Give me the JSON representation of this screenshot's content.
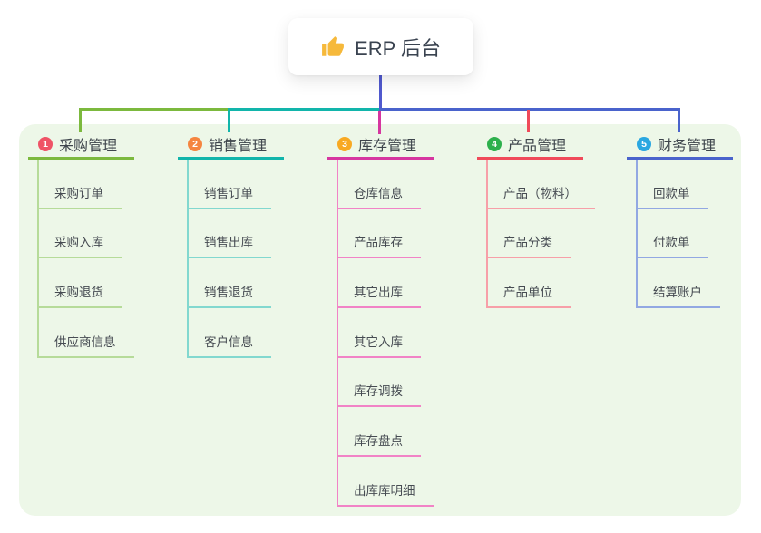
{
  "root": {
    "label": "ERP 后台",
    "icon": "thumbs-up-icon",
    "icon_color": "#f6b93b"
  },
  "colors": {
    "panel_bg": "#edf7e8",
    "root_line": "#5059ce",
    "green": "#7cb93e",
    "green_light": "#b6db99",
    "teal": "#12b5ab",
    "teal_light": "#82d8cf",
    "magenta": "#d636a0",
    "magenta_light": "#f183c6",
    "red": "#f04a5a",
    "red_light": "#f79fa8",
    "blue": "#4a63cc",
    "blue_light": "#92a8e2",
    "badge_1": "#ef5366",
    "badge_2": "#f58540",
    "badge_3": "#f8a922",
    "badge_4": "#2db04c",
    "badge_5": "#2aa7e1"
  },
  "branches": [
    {
      "index": "1",
      "title": "采购管理",
      "badge": "badge_1",
      "line": "green",
      "child_line": "green_light",
      "children": [
        "采购订单",
        "采购入库",
        "采购退货",
        "供应商信息"
      ]
    },
    {
      "index": "2",
      "title": "销售管理",
      "badge": "badge_2",
      "line": "teal",
      "child_line": "teal_light",
      "children": [
        "销售订单",
        "销售出库",
        "销售退货",
        "客户信息"
      ]
    },
    {
      "index": "3",
      "title": "库存管理",
      "badge": "badge_3",
      "line": "magenta",
      "child_line": "magenta_light",
      "children": [
        "仓库信息",
        "产品库存",
        "其它出库",
        "其它入库",
        "库存调拨",
        "库存盘点",
        "出库库明细"
      ]
    },
    {
      "index": "4",
      "title": "产品管理",
      "badge": "badge_4",
      "line": "red",
      "child_line": "red_light",
      "children": [
        "产品（物料）",
        "产品分类",
        "产品单位"
      ]
    },
    {
      "index": "5",
      "title": "财务管理",
      "badge": "badge_5",
      "line": "blue",
      "child_line": "blue_light",
      "children": [
        "回款单",
        "付款单",
        "结算账户"
      ]
    }
  ]
}
